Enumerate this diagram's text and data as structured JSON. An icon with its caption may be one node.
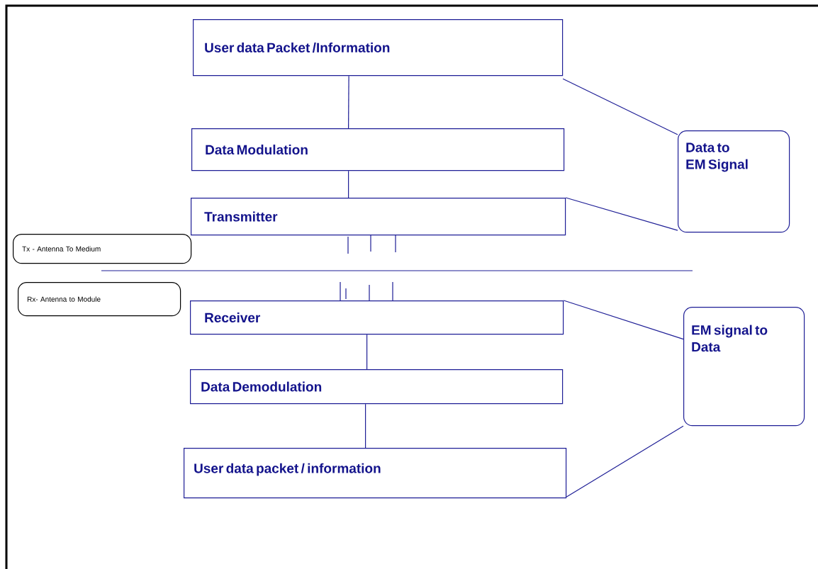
{
  "diagram": {
    "nodes": [
      {
        "text": [
          "User data Packet /Information"
        ]
      },
      {
        "text": [
          "Data Modulation"
        ]
      },
      {
        "text": [
          "Transmitter"
        ]
      },
      {
        "text": [
          "Data to EM Signal"
        ]
      },
      {
        "text": [
          "Tx - Antenna To Medium"
        ]
      },
      {
        "text": [
          "Rx- Antenna to Module"
        ]
      },
      {
        "text": [
          "Receiver"
        ]
      },
      {
        "text": [
          "Data Demodulation"
        ]
      },
      {
        "text": [
          "User data packet / information"
        ]
      },
      {
        "text": [
          "EM signal to Data"
        ]
      }
    ],
    "edges": [
      {
        "from": 0,
        "to": 1,
        "arrow": "none"
      },
      {
        "from": 1,
        "to": 2,
        "arrow": "none"
      },
      {
        "from": 0,
        "to": 3,
        "arrow": "none"
      },
      {
        "from": 2,
        "to": 3,
        "arrow": "none"
      },
      {
        "from": 6,
        "to": 7,
        "arrow": "none"
      },
      {
        "from": 7,
        "to": 8,
        "arrow": "none"
      },
      {
        "from": 6,
        "to": 9,
        "arrow": "none"
      },
      {
        "from": 8,
        "to": 9,
        "arrow": "none"
      }
    ]
  }
}
